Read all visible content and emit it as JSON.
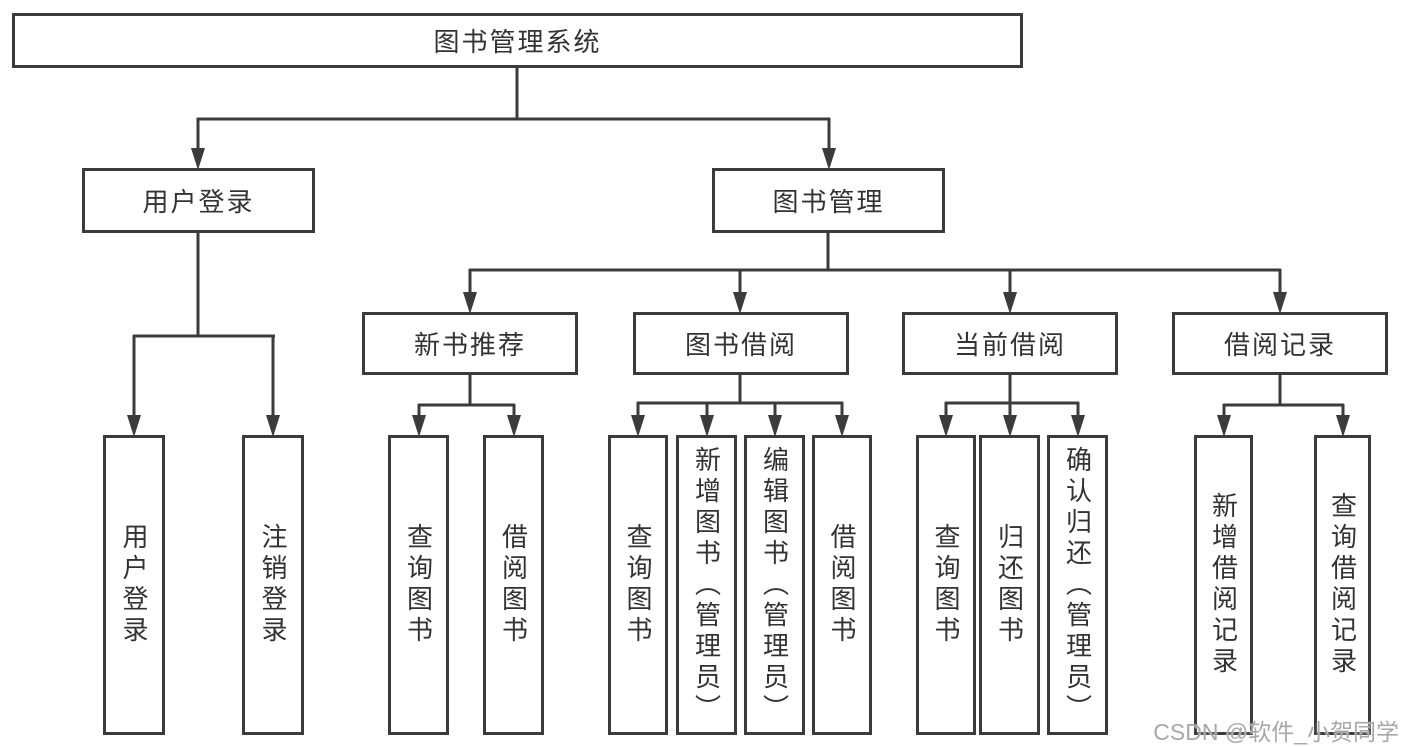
{
  "nodes": {
    "root": {
      "label": "图书管理系统"
    },
    "level2": [
      {
        "label": "用户登录"
      },
      {
        "label": "图书管理"
      }
    ],
    "level3": [
      {
        "label": "新书推荐"
      },
      {
        "label": "图书借阅"
      },
      {
        "label": "当前借阅"
      },
      {
        "label": "借阅记录"
      }
    ]
  },
  "leaves": {
    "user_login": [
      {
        "label": "用户登录"
      },
      {
        "label": "注销登录"
      }
    ],
    "new_books": [
      {
        "label": "查询图书"
      },
      {
        "label": "借阅图书"
      }
    ],
    "book_borrowing": [
      {
        "label": "查询图书"
      },
      {
        "label": "新增图书（管理员）"
      },
      {
        "label": "编辑图书（管理员）"
      },
      {
        "label": "借阅图书"
      }
    ],
    "current_borrowing": [
      {
        "label": "查询图书"
      },
      {
        "label": "归还图书"
      },
      {
        "label": "确认归还（管理员）"
      }
    ],
    "borrowing_records": [
      {
        "label": "新增借阅记录"
      },
      {
        "label": "查询借阅记录"
      }
    ]
  },
  "watermark": {
    "text": "CSDN @软件_小贺同学"
  },
  "colors": {
    "line": "#3b3b3b",
    "text": "#333333",
    "background": "#ffffff",
    "watermark": "#a8a8a8"
  }
}
